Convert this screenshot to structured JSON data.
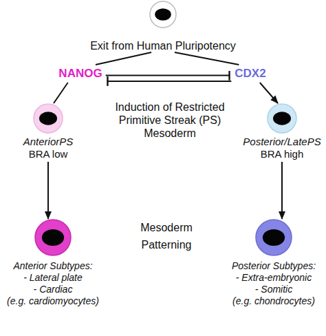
{
  "diagram": {
    "nodes": [
      {
        "text": [
          "Exit from Human Pluripotency"
        ]
      },
      {
        "text": [
          "NANOG"
        ]
      },
      {
        "text": [
          "CDX2"
        ]
      },
      {
        "text": [
          "AnteriorPS",
          "BRA low"
        ]
      },
      {
        "text": [
          "Posterior/LatePS",
          "BRA high"
        ]
      },
      {
        "text": [
          "Anterior Subtypes:",
          "- Lateral plate",
          "- Cardiac",
          "(e.g. cardiomyocytes)"
        ]
      },
      {
        "text": [
          "Posterior Subtypes:",
          "- Extra-embryonic",
          "- Somitic",
          "(e.g. chondrocytes)"
        ]
      }
    ],
    "edges": [
      {
        "from": 0,
        "to": 1,
        "arrow": "none"
      },
      {
        "from": 0,
        "to": 2,
        "arrow": "none"
      },
      {
        "from": 1,
        "to": 2,
        "arrow": "to"
      },
      {
        "from": 2,
        "to": 1,
        "arrow": "to"
      },
      {
        "from": 1,
        "to": 3,
        "arrow": "none"
      },
      {
        "from": 2,
        "to": 4,
        "arrow": "to"
      },
      {
        "from": 3,
        "to": 5,
        "arrow": "to"
      },
      {
        "from": 4,
        "to": 6,
        "arrow": "to"
      }
    ],
    "labels": [
      "Induction of Restricted Primitive Streak (PS) Mesoderm",
      "Mesoderm Patterning"
    ]
  }
}
